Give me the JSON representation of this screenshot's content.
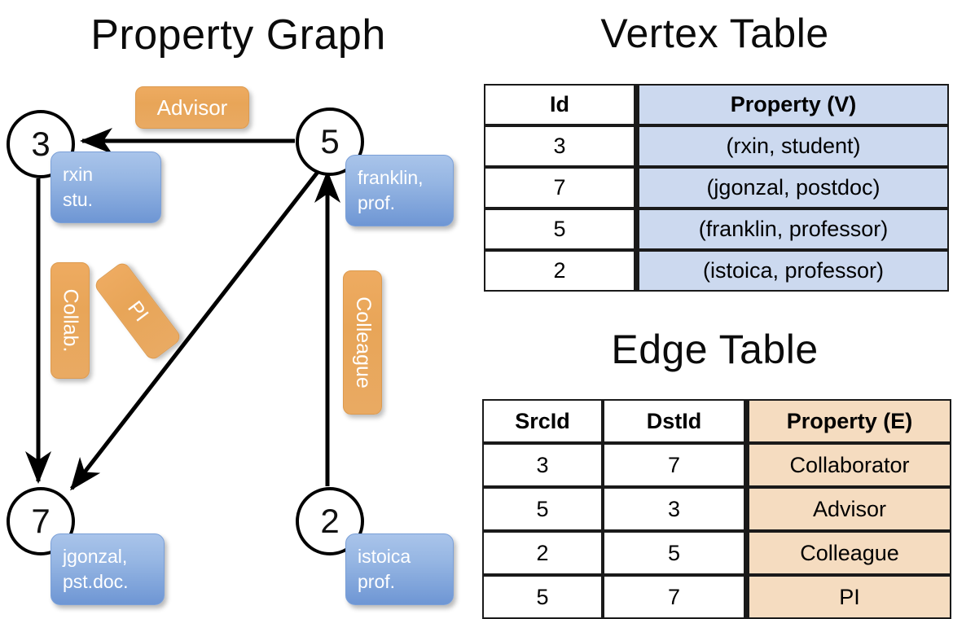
{
  "titles": {
    "property_graph": "Property Graph",
    "vertex_table": "Vertex Table",
    "edge_table": "Edge Table"
  },
  "graph": {
    "nodes": [
      {
        "id": "3",
        "property": "rxin\nstu."
      },
      {
        "id": "5",
        "property": "franklin,\nprof."
      },
      {
        "id": "7",
        "property": "jgonzal,\npst.doc."
      },
      {
        "id": "2",
        "property": "istoica\nprof."
      }
    ],
    "edge_labels": [
      {
        "name": "advisor",
        "text": "Advisor",
        "orientation": "horizontal"
      },
      {
        "name": "collab",
        "text": "Collab.",
        "orientation": "vertical"
      },
      {
        "name": "pi",
        "text": "PI",
        "orientation": "diagonal"
      },
      {
        "name": "colleague",
        "text": "Colleague",
        "orientation": "vertical"
      }
    ],
    "edges": [
      {
        "from": "5",
        "to": "3",
        "label": "Advisor"
      },
      {
        "from": "3",
        "to": "7",
        "label": "Collab."
      },
      {
        "from": "5",
        "to": "7",
        "label": "PI"
      },
      {
        "from": "2",
        "to": "5",
        "label": "Colleague"
      }
    ]
  },
  "vertex_table": {
    "headers": [
      "Id",
      "Property (V)"
    ],
    "rows": [
      {
        "id": "3",
        "property": "(rxin, student)"
      },
      {
        "id": "7",
        "property": "(jgonzal, postdoc)"
      },
      {
        "id": "5",
        "property": "(franklin, professor)"
      },
      {
        "id": "2",
        "property": "(istoica, professor)"
      }
    ]
  },
  "edge_table": {
    "headers": [
      "SrcId",
      "DstId",
      "Property (E)"
    ],
    "rows": [
      {
        "src": "3",
        "dst": "7",
        "property": "Collaborator"
      },
      {
        "src": "5",
        "dst": "3",
        "property": "Advisor"
      },
      {
        "src": "2",
        "dst": "5",
        "property": "Colleague"
      },
      {
        "src": "5",
        "dst": "7",
        "property": "PI"
      }
    ]
  },
  "colors": {
    "vertex_property_fill": "#ccd9ef",
    "edge_property_fill": "#f5dcc0",
    "node_box_blue": "#96b6e3",
    "edge_label_orange": "#e8a558",
    "border": "#1a1a1a"
  }
}
